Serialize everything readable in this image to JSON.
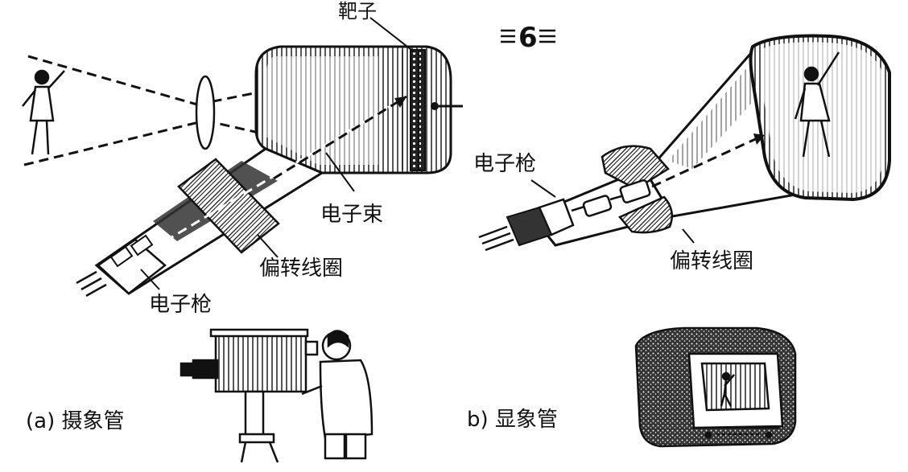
{
  "figure_number": "6",
  "camera_tube": {
    "caption": "(a) 摄象管",
    "target_label": "靶子",
    "electron_beam_label": "电子束",
    "deflection_coil_label": "偏转线圈",
    "electron_gun_label": "电子枪"
  },
  "picture_tube": {
    "caption": "b) 显象管",
    "electron_gun_label": "电子枪",
    "deflection_coil_label": "偏转线圈"
  }
}
